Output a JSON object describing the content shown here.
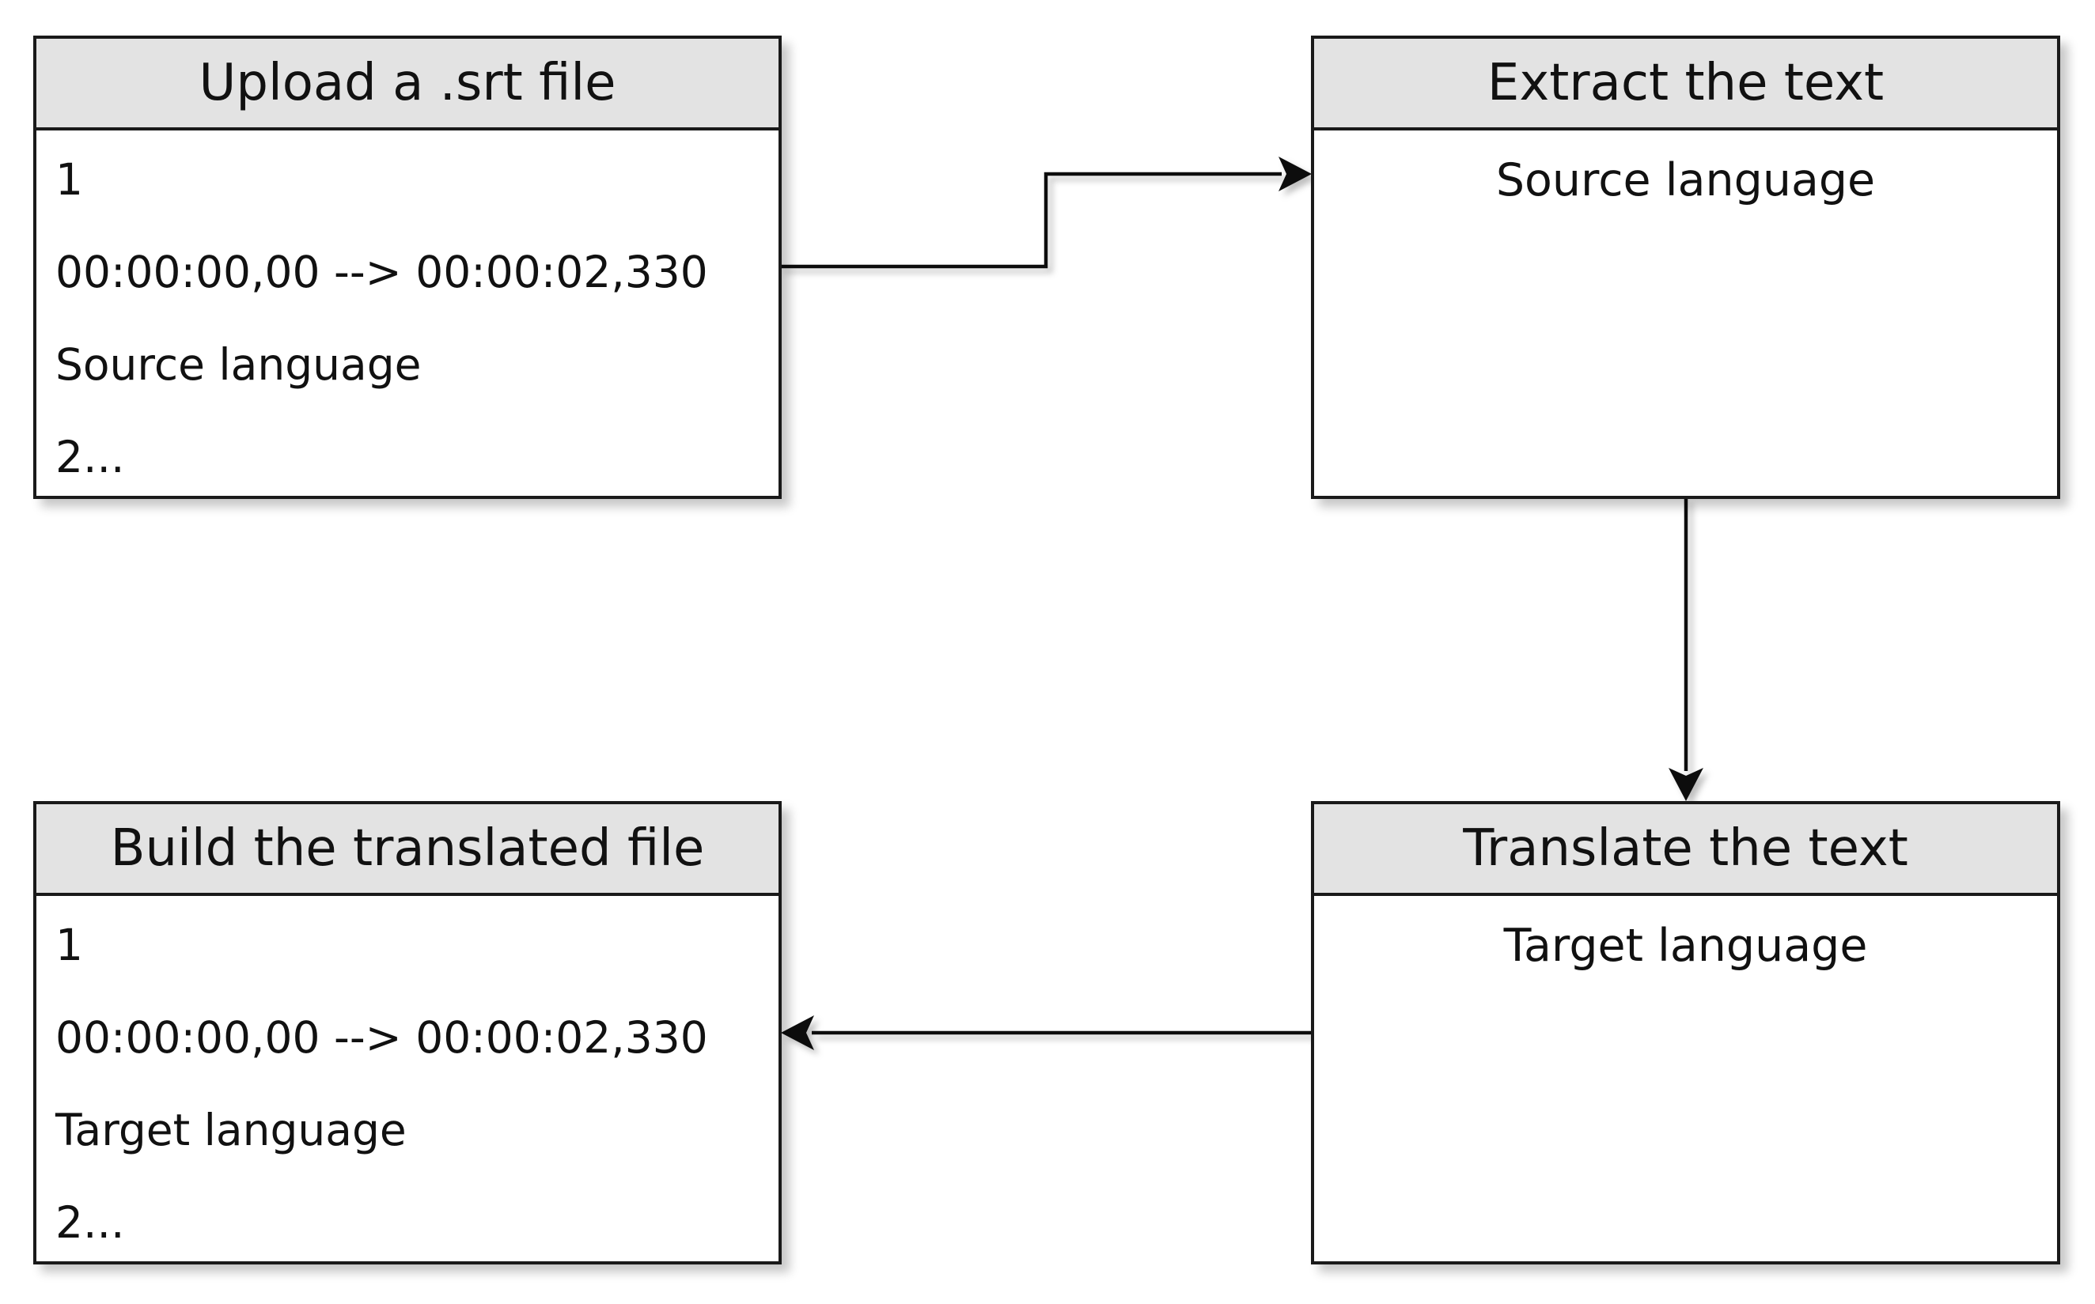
{
  "upload_box": {
    "title": "Upload a .srt file",
    "lines": [
      "1",
      "00:00:00,00 --> 00:00:02,330",
      "Source language",
      "2..."
    ]
  },
  "extract_box": {
    "title": "Extract the text",
    "lines": [
      "Source language"
    ]
  },
  "translate_box": {
    "title": "Translate the text",
    "lines": [
      "Target language"
    ]
  },
  "build_box": {
    "title": "Build the translated file",
    "lines": [
      "1",
      "00:00:00,00 --> 00:00:02,330",
      "Target language",
      "2..."
    ]
  }
}
